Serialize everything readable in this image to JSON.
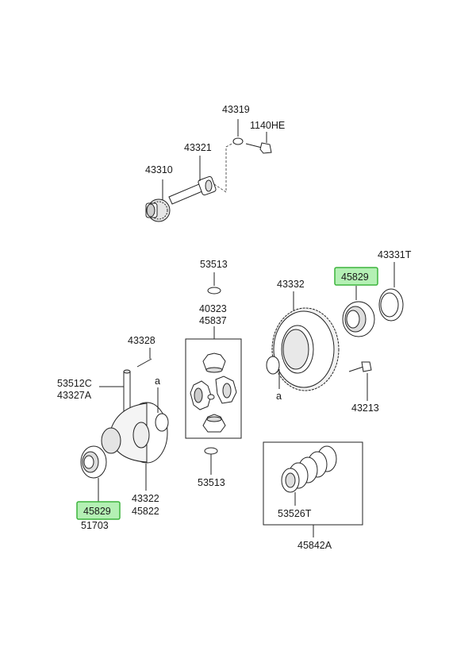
{
  "labels": {
    "p43319": "43319",
    "p1140HE": "1140HE",
    "p43321": "43321",
    "p43310": "43310",
    "p53513_top": "53513",
    "p40323": "40323",
    "p45837": "45837",
    "p43332": "43332",
    "p43331T": "43331T",
    "p45829_right": "45829",
    "a_right": "a",
    "p43213": "43213",
    "p43328": "43328",
    "p53512C": "53512C",
    "p43327A": "43327A",
    "a_left": "a",
    "p43322": "43322",
    "p45822": "45822",
    "p45829_left": "45829",
    "p51703": "51703",
    "p53513_bottom": "53513",
    "p53526T": "53526T",
    "p45842A": "45842A"
  },
  "colors": {
    "highlight_fill": "#b4f0b4",
    "highlight_stroke": "#3cb43c",
    "line": "#222222",
    "part_fill": "#ffffff",
    "part_shade": "#d9d9d9"
  }
}
